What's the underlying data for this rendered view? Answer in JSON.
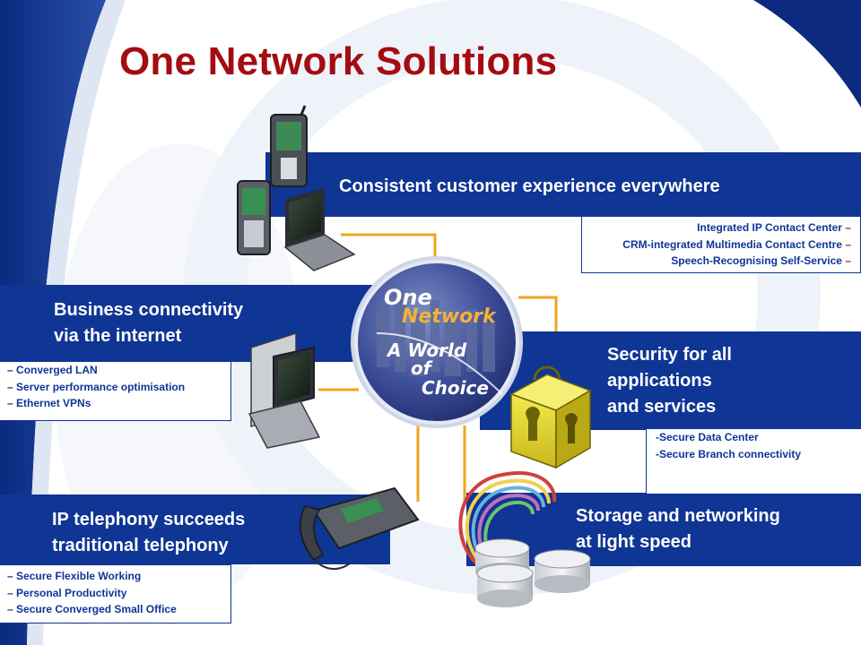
{
  "slide": {
    "title": "One Network Solutions",
    "colors": {
      "title": "#a30d12",
      "band": "#0f3595",
      "connector": "#f2a51c",
      "dash_right": "#c01010"
    }
  },
  "globe": {
    "logo_line1": "One",
    "logo_line2": "Network",
    "tagline_line1": "A World",
    "tagline_line2": "of",
    "tagline_line3": "Choice"
  },
  "sections": {
    "customer": {
      "heading": "Consistent customer experience everywhere",
      "items": [
        {
          "text": "Integrated IP Contact Center",
          "dash": "–"
        },
        {
          "text": "CRM-integrated Multimedia Contact Centre",
          "dash": "–"
        },
        {
          "text": "Speech-Recognising Self-Service",
          "dash": "–"
        }
      ]
    },
    "business": {
      "heading_line1": "Business connectivity",
      "heading_line2": "via the internet",
      "items": [
        {
          "dash": "–",
          "text": "Converged LAN"
        },
        {
          "dash": "–",
          "text": "Server performance optimisation"
        },
        {
          "dash": "–",
          "text": "Ethernet VPNs"
        }
      ]
    },
    "security": {
      "heading_line1": "Security for all",
      "heading_line2": "applications",
      "heading_line3": "and services",
      "items": [
        {
          "dash": "-",
          "text": "Secure Data Center"
        },
        {
          "dash": "-",
          "text": "Secure Branch connectivity"
        }
      ]
    },
    "telephony": {
      "heading_line1": "IP telephony succeeds",
      "heading_line2": "traditional telephony",
      "items": [
        {
          "dash": "–",
          "text": "Secure Flexible Working"
        },
        {
          "dash": "–",
          "text": "Personal Productivity"
        },
        {
          "dash": "–",
          "text": "Secure Converged Small Office"
        }
      ]
    },
    "storage": {
      "heading_line1": "Storage and networking",
      "heading_line2": "at light speed"
    }
  }
}
